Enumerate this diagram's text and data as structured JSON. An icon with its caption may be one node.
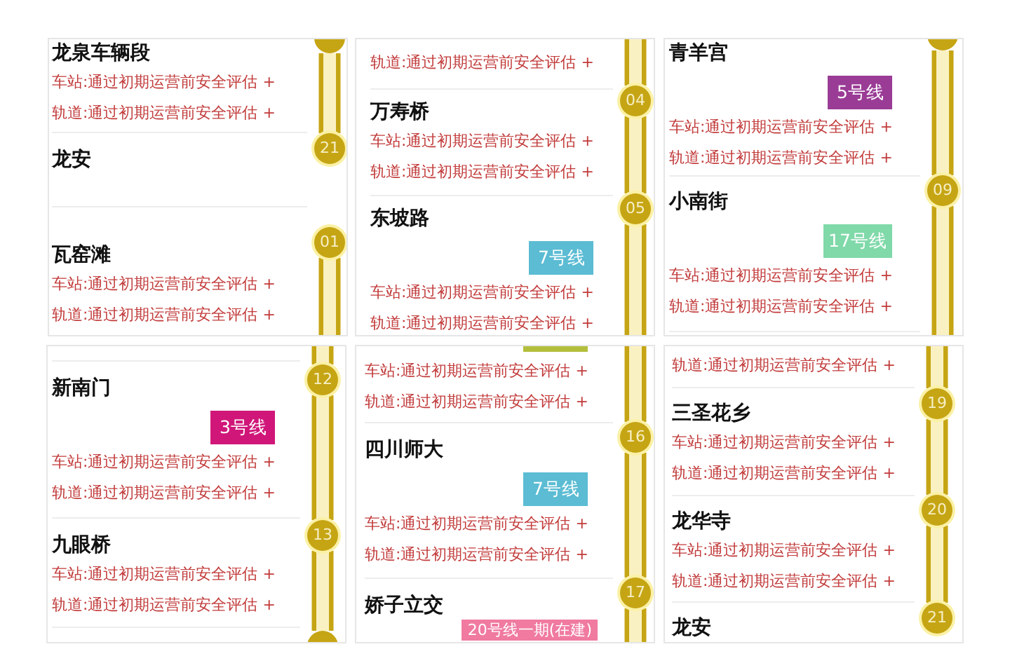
{
  "diagram": {
    "nodes": [
      {
        "text": [
          "龙泉车辆段",
          "车站:通过初期运营前安全评估 +",
          "轨道:通过初期运营前安全评估 +"
        ]
      },
      {
        "text": [],
        "shape": "circle"
      },
      {
        "text": [
          "龙安"
        ]
      },
      {
        "text": [
          "21"
        ]
      },
      {
        "text": [
          "瓦窑滩",
          "车站:通过初期运营前安全评估 +",
          "轨道:通过初期运营前安全评估 +"
        ]
      },
      {
        "text": [
          "01"
        ]
      },
      {
        "text": [
          "轨道:通过初期运营前安全评估 +"
        ]
      },
      {
        "text": [
          "万寿桥",
          "车站:通过初期运营前安全评估 +",
          "轨道:通过初期运营前安全评估 +"
        ]
      },
      {
        "text": [
          "04"
        ]
      },
      {
        "text": [
          "东坡路",
          "车站:通过初期运营前安全评估 +",
          "轨道:通过初期运营前安全评估 +"
        ]
      },
      {
        "text": [
          "7号线"
        ],
        "in": 9
      },
      {
        "text": [
          "05"
        ]
      },
      {
        "text": [
          "青羊宫",
          "车站:通过初期运营前安全评估 +",
          "轨道:通过初期运营前安全评估 +"
        ]
      },
      {
        "text": [
          "5号线"
        ],
        "in": 12
      },
      {
        "text": [],
        "shape": "circle"
      },
      {
        "text": [
          "小南街",
          "车站:通过初期运营前安全评估 +",
          "轨道:通过初期运营前安全评估 +"
        ]
      },
      {
        "text": [
          "17号线"
        ],
        "in": 15
      },
      {
        "text": [
          "09"
        ]
      },
      {
        "text": [
          "新南门",
          "车站:通过初期运营前安全评估 +",
          "轨道:通过初期运营前安全评估 +"
        ]
      },
      {
        "text": [
          "3号线"
        ],
        "in": 18
      },
      {
        "text": [
          "12"
        ]
      },
      {
        "text": [
          "九眼桥",
          "车站:通过初期运营前安全评估 +",
          "轨道:通过初期运营前安全评估 +"
        ]
      },
      {
        "text": [
          "13"
        ]
      },
      {
        "text": [],
        "shape": "circle"
      },
      {
        "text": [
          "车站:通过初期运营前安全评估 +",
          "轨道:通过初期运营前安全评估 +"
        ]
      },
      {
        "text": [],
        "shape": "bar",
        "in": 24
      },
      {
        "text": [
          "四川师大",
          "车站:通过初期运营前安全评估 +",
          "轨道:通过初期运营前安全评估 +"
        ]
      },
      {
        "text": [
          "7号线"
        ],
        "in": 26
      },
      {
        "text": [
          "16"
        ]
      },
      {
        "text": [
          "娇子立交"
        ]
      },
      {
        "text": [
          "20号线一期(在建)"
        ],
        "in": 29
      },
      {
        "text": [
          "17"
        ]
      },
      {
        "text": [
          "轨道:通过初期运营前安全评估 +"
        ]
      },
      {
        "text": [
          "三圣花乡",
          "车站:通过初期运营前安全评估 +",
          "轨道:通过初期运营前安全评估 +"
        ]
      },
      {
        "text": [
          "19"
        ]
      },
      {
        "text": [
          "龙华寺",
          "车站:通过初期运营前安全评估 +",
          "轨道:通过初期运营前安全评估 +"
        ]
      },
      {
        "text": [
          "20"
        ]
      },
      {
        "text": [
          "龙安"
        ]
      },
      {
        "text": [
          "21"
        ]
      }
    ],
    "edges": [
      {
        "from": 1,
        "to": 3,
        "arrow": "none"
      },
      {
        "from": 5,
        "to": null,
        "arrow": "none"
      },
      {
        "from": null,
        "to": 8,
        "arrow": "none"
      },
      {
        "from": 8,
        "to": 11,
        "arrow": "none"
      },
      {
        "from": 11,
        "to": null,
        "arrow": "none"
      },
      {
        "from": 14,
        "to": 17,
        "arrow": "none"
      },
      {
        "from": 17,
        "to": null,
        "arrow": "none"
      },
      {
        "from": null,
        "to": 20,
        "arrow": "none"
      },
      {
        "from": 20,
        "to": 22,
        "arrow": "none"
      },
      {
        "from": 22,
        "to": 23,
        "arrow": "none"
      },
      {
        "from": null,
        "to": 28,
        "arrow": "none"
      },
      {
        "from": 28,
        "to": 31,
        "arrow": "none"
      },
      {
        "from": 31,
        "to": null,
        "arrow": "none"
      },
      {
        "from": null,
        "to": 34,
        "arrow": "none"
      },
      {
        "from": 34,
        "to": 36,
        "arrow": "none"
      },
      {
        "from": 36,
        "to": 38,
        "arrow": "none"
      }
    ]
  }
}
